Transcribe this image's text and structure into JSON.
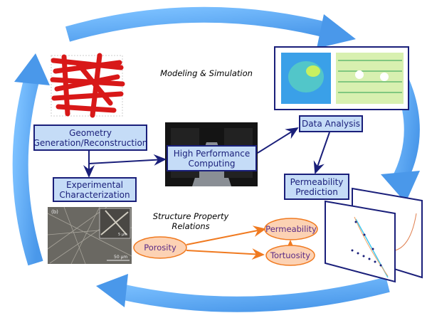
{
  "labels": {
    "modeling": "Modeling & Simulation",
    "geometry": "Geometry Generation/Reconstruction",
    "experimental": "Experimental Characterization",
    "hpc": "High Performance Computing",
    "data_analysis": "Data Analysis",
    "permeability_prediction": "Permeability Prediction",
    "structure_property": "Structure Property Relations"
  },
  "relations": {
    "porosity": "Porosity",
    "permeability": "Permeability",
    "tortuosity": "Tortuosity"
  },
  "sem_image": {
    "panel": "(b)",
    "scale_inset": "5 µm",
    "scale_main": "50 µm"
  },
  "colors": {
    "cycle_arrow": "#5aa8f0",
    "box_fill": "#c5dcf7",
    "navy": "#1a1f7a",
    "relation_fill": "#fcd2b4",
    "relation_stroke": "#f07a20"
  }
}
